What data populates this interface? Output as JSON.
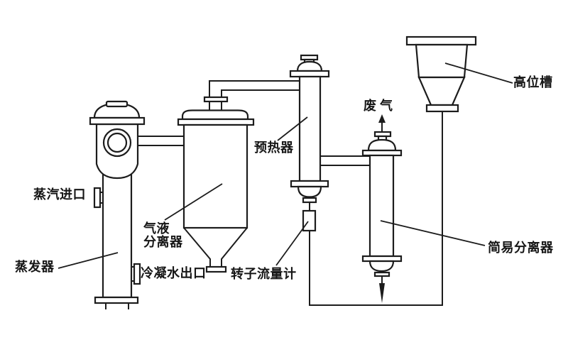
{
  "labels": {
    "steam_inlet": "蒸汽进口",
    "evaporator": "蒸发器",
    "gas_liquid_separator_line1": "气液",
    "gas_liquid_separator_line2": "分离器",
    "condensate_outlet": "冷凝水出口",
    "rotameter": "转子流量计",
    "preheater": "预热器",
    "waste_gas": "废气",
    "head_tank": "高位槽",
    "simple_separator": "简易分离器"
  },
  "colors": {
    "line": "#1c1c1c",
    "background": "#ffffff"
  }
}
